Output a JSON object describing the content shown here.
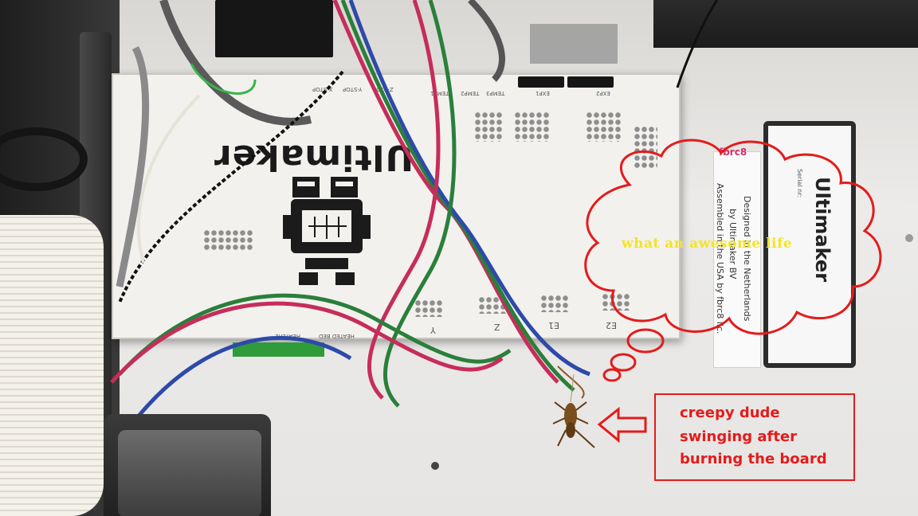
{
  "photo": {
    "subject": "ultimaker-control-board",
    "board_logo": "Ultimaker",
    "board_silkscreen": [
      "X-STOP",
      "Y-STOP",
      "Z-STOP",
      "HEATER2",
      "HEATED BED",
      "Y",
      "Z",
      "E1",
      "E2",
      "EXP1",
      "EXP2",
      "TEMP3",
      "TEMP2",
      "TEMP1"
    ],
    "label_brand": "Ultimaker",
    "label_serial": "Serial nr:",
    "info_card_lines": [
      "Designed in the Netherlands",
      "by Ultimaker BV",
      "Assembled in the USA by fbrc8 llc."
    ],
    "info_card_brand": "fbrc8"
  },
  "annotations": {
    "thought_bubble_text": "what an awesome life",
    "callout_lines": [
      "creepy dude",
      "swinging after",
      "burning the board"
    ],
    "annotation_color": "#e41b1b",
    "thought_text_color": "#f4e422"
  }
}
